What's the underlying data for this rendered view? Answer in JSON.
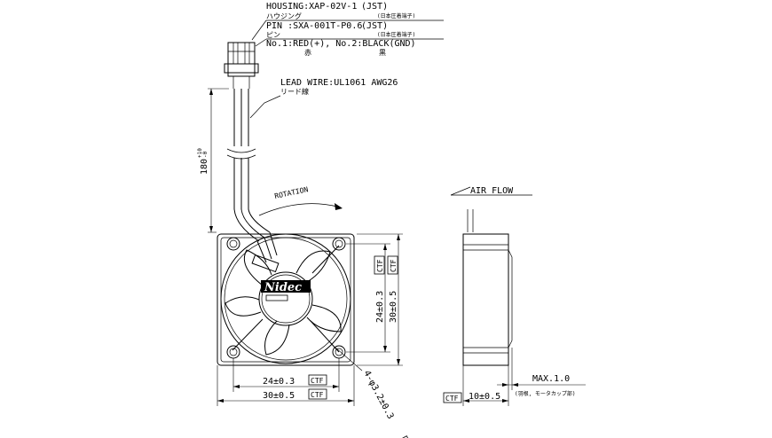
{
  "header_notes": {
    "housing_line": "HOUSING:XAP-02V-1",
    "housing_jst": "(JST)",
    "housing_jp": "ハウジング",
    "housing_maker_jp": "(日本圧着端子)",
    "pin_line": "PIN     :SXA-001T-P0.6",
    "pin_jst": "(JST)",
    "pin_jp": "ピン",
    "pin_maker_jp": "(日本圧着端子)",
    "wire_colors": "No.1:RED(+), No.2:BLACK(GND)",
    "red_jp": "赤",
    "black_jp": "黒"
  },
  "lead_wire": {
    "label": "LEAD WIRE:UL1061 AWG26",
    "label_jp": "リード線",
    "length_main": "180",
    "length_tol_plus": "+10",
    "length_tol_minus": "-0"
  },
  "front_view": {
    "rotation_label": "ROTATION",
    "brand": "Nidec",
    "hole_pitch_h": "24±0.3",
    "frame_h": "30±0.5",
    "hole_pitch_v": "24±0.3",
    "frame_v": "30±0.5",
    "holes": "4-φ3.2±0.3",
    "ctf": "CTF"
  },
  "side_view": {
    "air_flow_label": "AIR FLOW",
    "max_label": "MAX.1.0",
    "thickness": "10±0.5",
    "note_jp": "(羽根, モータカップ部)",
    "ctf": "CTF"
  }
}
